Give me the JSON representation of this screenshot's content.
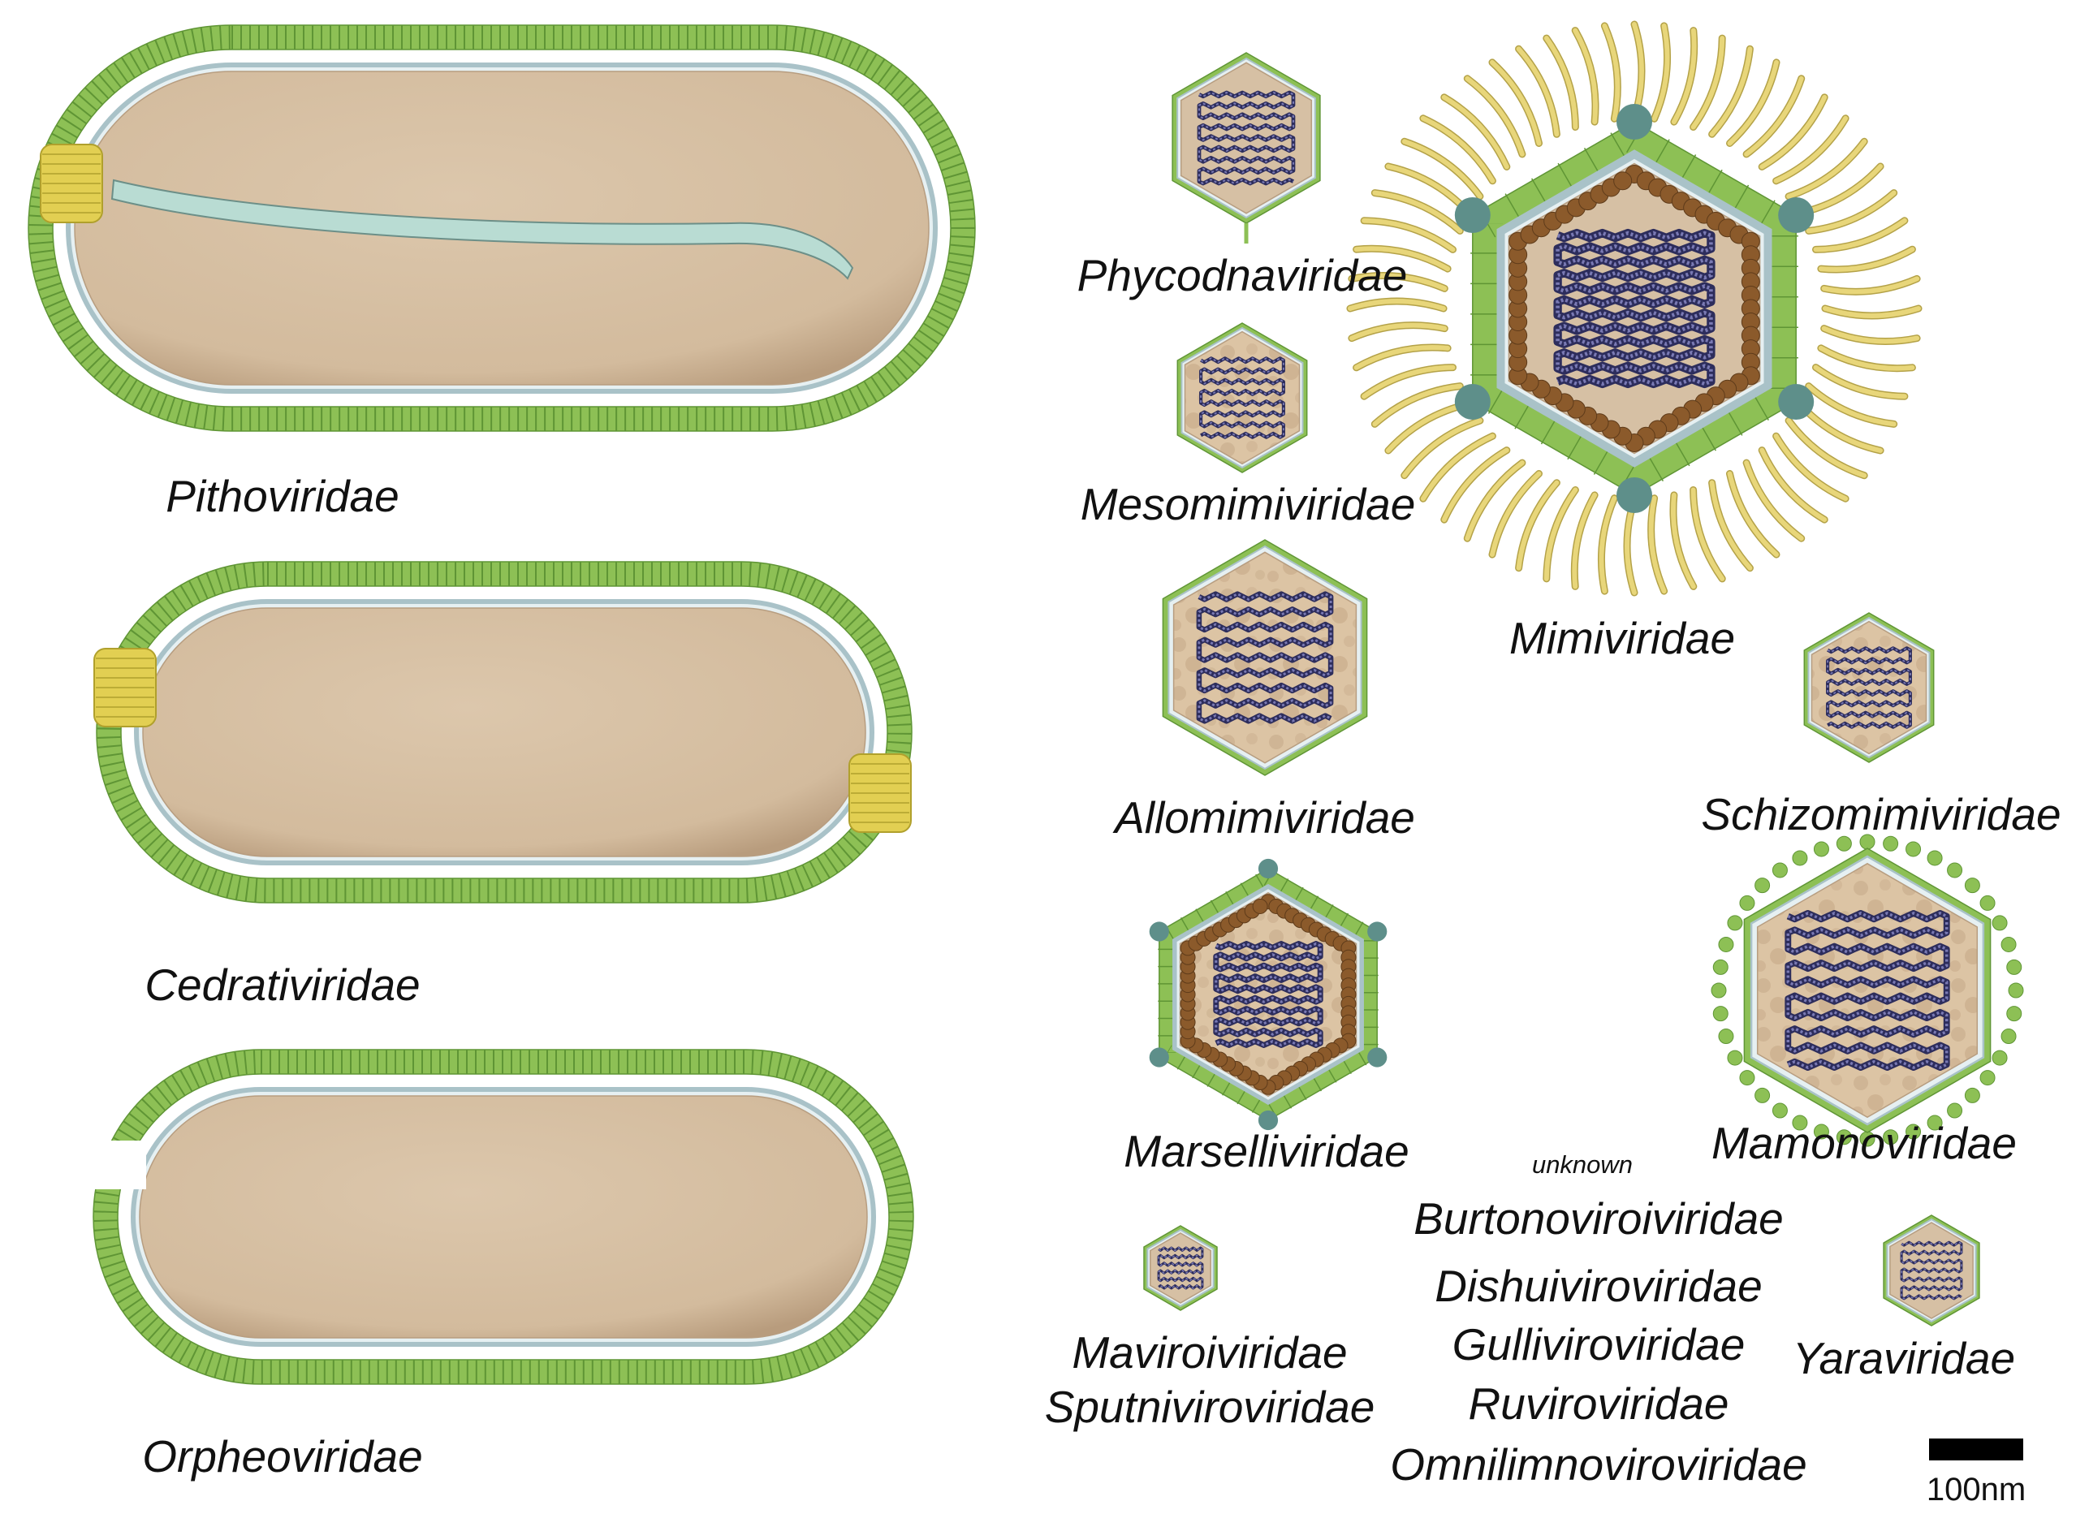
{
  "colors": {
    "capsid_green": "#8dc055",
    "capsid_dark": "#5f9535",
    "cork_yellow": "#e2cf52",
    "cork_dark": "#b0a02c",
    "core_tan": "#d6c0a4",
    "core_dark": "#b79d80",
    "membrane_blue": "#a9c2c8",
    "membrane_light": "#e6f0f2",
    "tube_cyan": "#b9dcd3",
    "dna_purple": "#4a4a86",
    "bead_brown": "#8b5a2b",
    "fibril_yellow": "#e8d67a",
    "vertex_teal": "#5e8f8a"
  },
  "families": {
    "pithoviridae": "Pithoviridae",
    "cedrativiridae": "Cedrativiridae",
    "orpheoviridae": "Orpheoviridae",
    "phycodnaviridae": "Phycodnaviridae",
    "mesomimiviridae": "Mesomimiviridae",
    "allomimiviridae": "Allomimiviridae",
    "marselliviridae": "Marselliviridae",
    "mimiviridae": "Mimiviridae",
    "schizomimiviridae": "Schizomimiviridae",
    "mamonoviridae": "Mamonoviridae",
    "maviroiviridae": "Maviroiviridae",
    "sputniviroviridae": "Sputniviroviridae",
    "yaraviridae": "Yaraviridae"
  },
  "unknown": {
    "label": "unknown",
    "families": [
      "Burtonoviroiviridae",
      "Dishuiviroviridae",
      "Gulliviroviridae",
      "Ruviroviridae",
      "Omnilimnoviroviridae"
    ]
  },
  "scale_bar": {
    "label": "100nm"
  }
}
